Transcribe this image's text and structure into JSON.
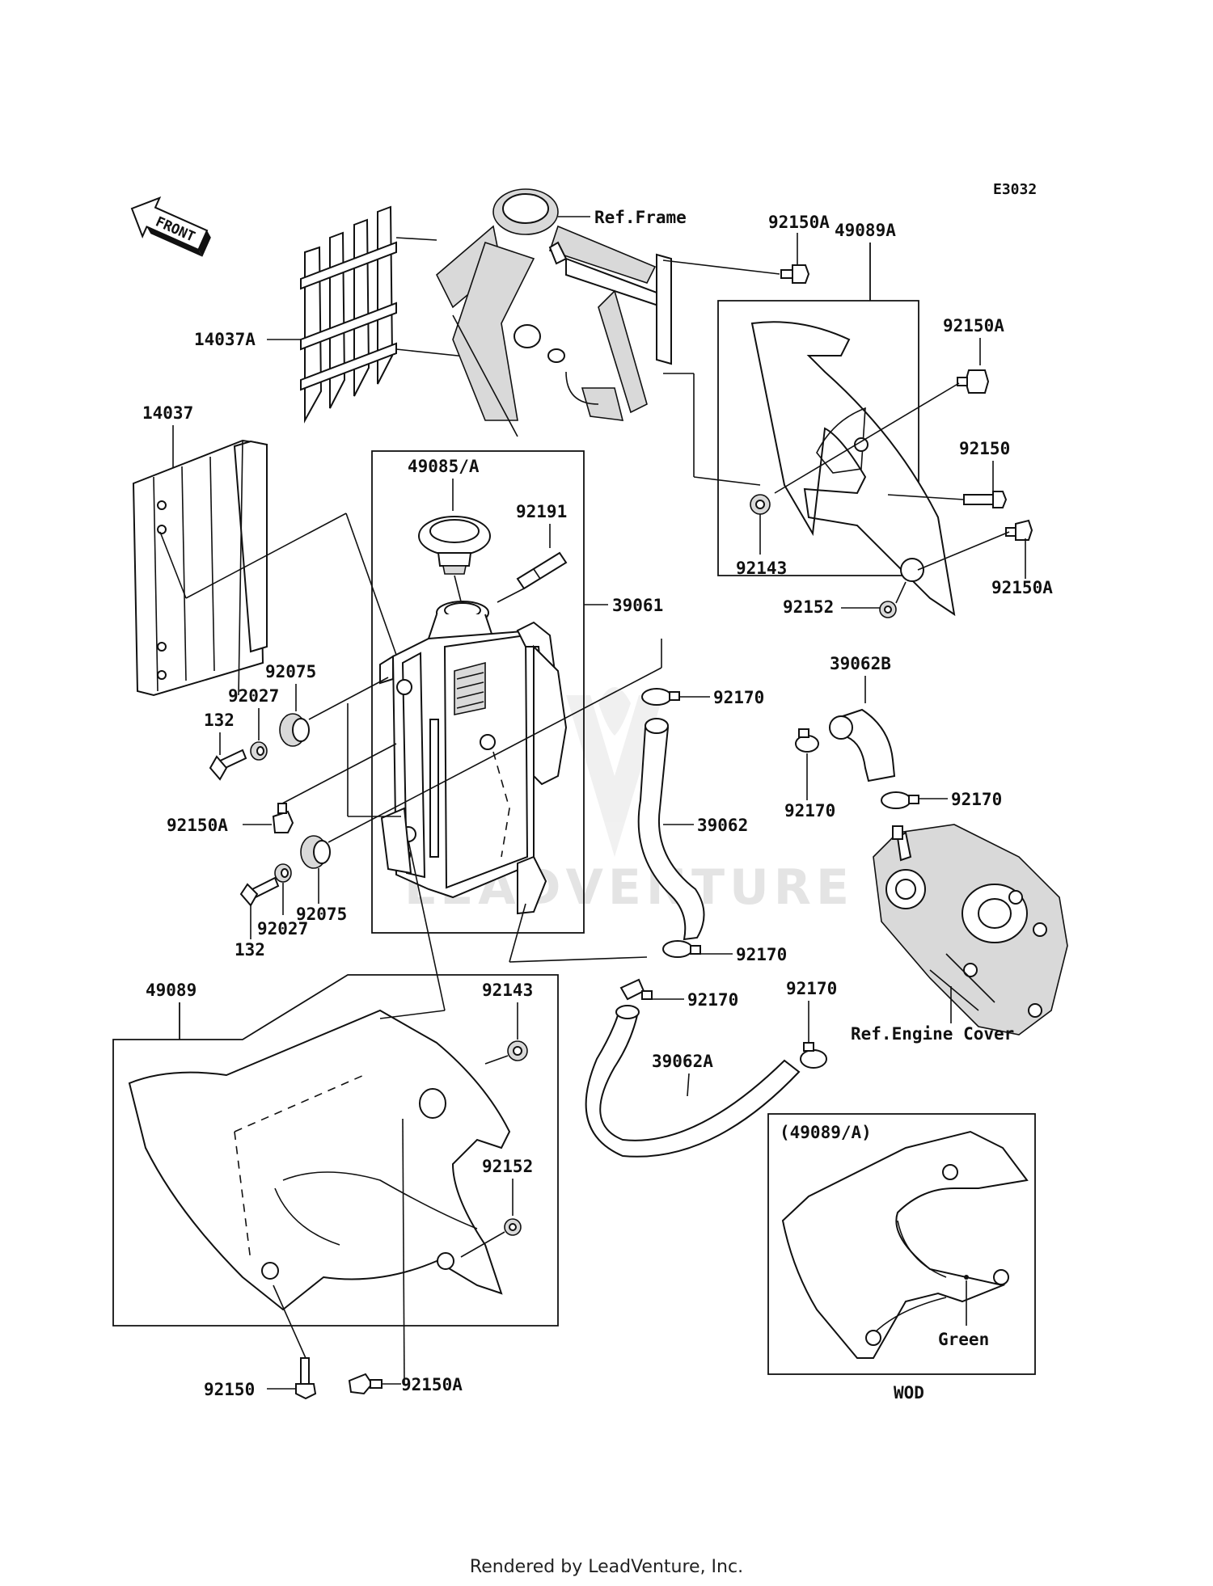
{
  "diagram_code": "E3032",
  "front_label": "FRONT",
  "watermark": "LEADVENTURE",
  "footer": "Rendered by LeadVenture, Inc.",
  "parts": {
    "p14037A": "14037A",
    "p14037": "14037",
    "p92075_top": "92075",
    "p92027_top": "92027",
    "p132_top": "132",
    "p92150A_left": "92150A",
    "p92075_bot": "92075",
    "p92027_bot": "92027",
    "p132_bot": "132",
    "p49085A": "49085/A",
    "p92191": "92191",
    "p39061": "39061",
    "p92170_a": "92170",
    "p39062": "39062",
    "p92170_b": "92170",
    "p92170_c": "92170",
    "p92170_d": "92170",
    "p39062A": "39062A",
    "p39062B": "39062B",
    "p92170_e": "92170",
    "p92170_f": "92170",
    "p92150A_top": "92150A",
    "p49089A": "49089A",
    "p92150A_r1": "92150A",
    "p92150_r": "92150",
    "p92143_r": "92143",
    "p92152_r": "92152",
    "p92150A_r2": "92150A",
    "p49089": "49089",
    "p92143_l": "92143",
    "p92152_l": "92152",
    "p92150_b": "92150",
    "p92150A_b": "92150A"
  },
  "references": {
    "frame": "Ref.Frame",
    "engine_cover": "Ref.Engine Cover"
  },
  "inset": {
    "title": "(49089/A)",
    "color_note": "Green",
    "variant": "WOD"
  }
}
